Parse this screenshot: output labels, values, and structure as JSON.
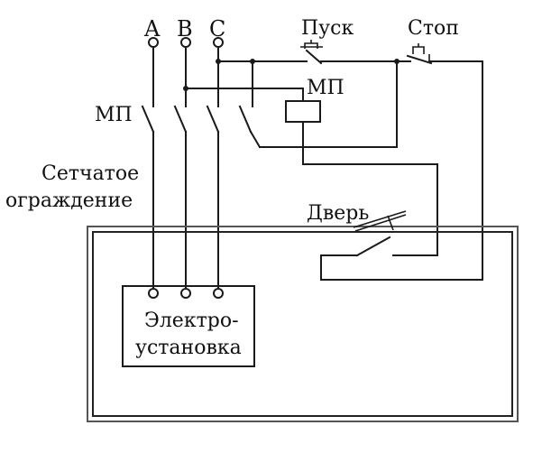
{
  "phases": {
    "a": "A",
    "b": "B",
    "c": "C"
  },
  "buttons": {
    "start": "Пуск",
    "stop": "Стоп"
  },
  "starter": {
    "contacts_label": "МП",
    "coil_label": "МП"
  },
  "enclosure": {
    "line1": "Сетчатое",
    "line2": "ограждение"
  },
  "door": {
    "label": "Дверь"
  },
  "installation": {
    "line1": "Электро-",
    "line2": "установка"
  }
}
